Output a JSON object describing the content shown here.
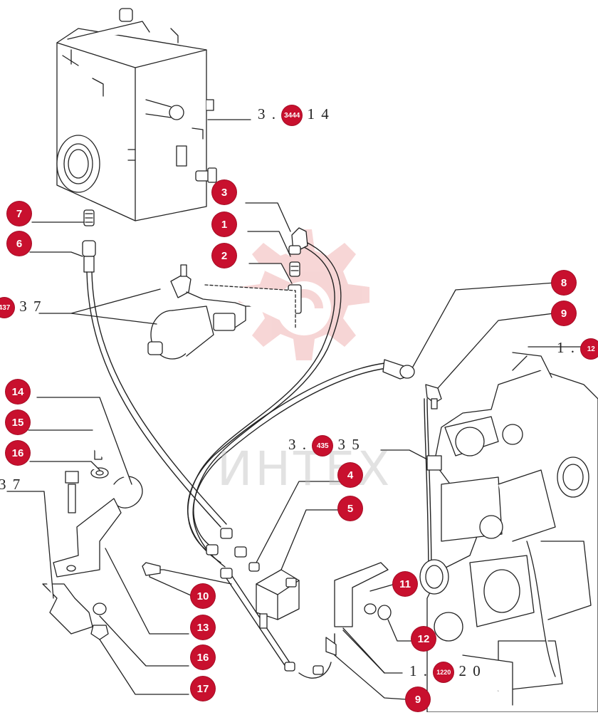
{
  "watermark": {
    "text": "ИНТЕХ",
    "color": "#e4303a"
  },
  "callouts": [
    {
      "id": "c3",
      "label": "3"
    },
    {
      "id": "c1",
      "label": "1"
    },
    {
      "id": "c2",
      "label": "2"
    },
    {
      "id": "c7",
      "label": "7"
    },
    {
      "id": "c6",
      "label": "6"
    },
    {
      "id": "c8",
      "label": "8"
    },
    {
      "id": "c9a",
      "label": "9"
    },
    {
      "id": "c14",
      "label": "14"
    },
    {
      "id": "c15",
      "label": "15"
    },
    {
      "id": "c16a",
      "label": "16"
    },
    {
      "id": "c4",
      "label": "4"
    },
    {
      "id": "c5",
      "label": "5"
    },
    {
      "id": "c10",
      "label": "10"
    },
    {
      "id": "c11",
      "label": "11"
    },
    {
      "id": "c12",
      "label": "12"
    },
    {
      "id": "c13",
      "label": "13"
    },
    {
      "id": "c16b",
      "label": "16"
    },
    {
      "id": "c17",
      "label": "17"
    },
    {
      "id": "c9b",
      "label": "9"
    }
  ],
  "references": {
    "tank": {
      "prefix": "3 .",
      "badge": "3444",
      "suffix": "1 4"
    },
    "filter": {
      "badge": "437",
      "suffix": "3 7"
    },
    "gearbox_top": {
      "prefix": "1 .",
      "badge": "12"
    },
    "pump": {
      "prefix": "3 .",
      "badge": "435",
      "suffix": "3 5"
    },
    "bracket": {
      "suffix": "3 7"
    },
    "bottom": {
      "prefix": "1 .",
      "badge": "1220",
      "suffix": "2 0"
    }
  }
}
